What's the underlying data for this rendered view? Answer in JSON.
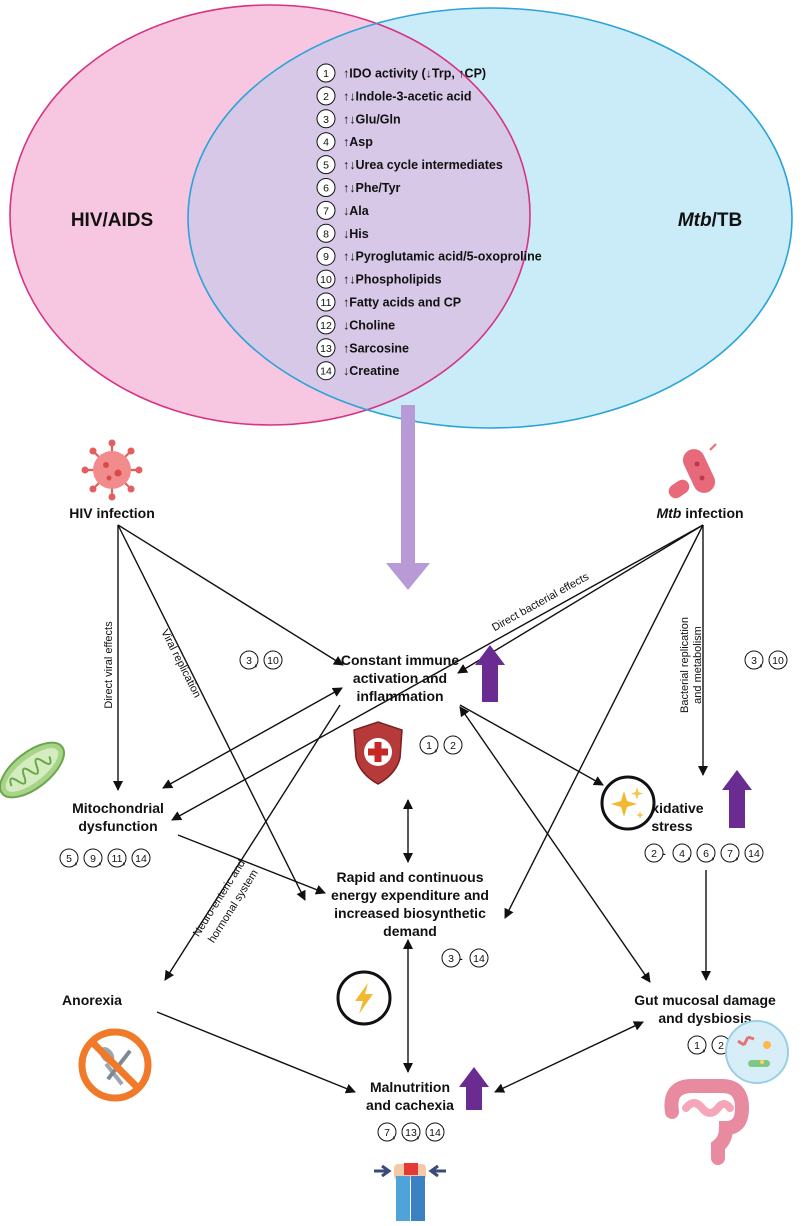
{
  "venn": {
    "left_label": "HIV/AIDS",
    "right_label_italic": "Mtb",
    "right_label_rest": "/TB",
    "colors": {
      "left": "#f7c6e0",
      "right": "#c9ecf8",
      "overlap": "#d6c8e6",
      "left_stroke": "#d63384",
      "right_stroke": "#2aa3d8",
      "arrow": "#b79ad6"
    },
    "items": [
      {
        "n": "1",
        "sym": "↑",
        "text": "IDO activity (↓Trp, ↑CP)"
      },
      {
        "n": "2",
        "sym": "↑↓",
        "text": "Indole-3-acetic acid"
      },
      {
        "n": "3",
        "sym": "↑↓",
        "text": "Glu/Gln"
      },
      {
        "n": "4",
        "sym": "↑",
        "text": "Asp"
      },
      {
        "n": "5",
        "sym": "↑↓",
        "text": "Urea cycle intermediates"
      },
      {
        "n": "6",
        "sym": "↑↓",
        "text": "Phe/Tyr"
      },
      {
        "n": "7",
        "sym": "↓",
        "text": "Ala"
      },
      {
        "n": "8",
        "sym": "↓",
        "text": "His"
      },
      {
        "n": "9",
        "sym": "↑↓",
        "text": "Pyroglutamic acid/5-oxoproline"
      },
      {
        "n": "10",
        "sym": "↑↓",
        "text": "Phospholipids"
      },
      {
        "n": "11",
        "sym": "↑",
        "text": "Fatty acids and CP"
      },
      {
        "n": "12",
        "sym": "↓",
        "text": "Choline"
      },
      {
        "n": "13",
        "sym": "↑",
        "text": "Sarcosine"
      },
      {
        "n": "14",
        "sym": "↓",
        "text": "Creatine"
      }
    ]
  },
  "nodes": {
    "hiv": "HIV infection",
    "mtb_italic": "Mtb",
    "mtb_rest": " infection",
    "immune": [
      "Constant immune",
      "activation and",
      "inflammation"
    ],
    "mito": [
      "Mitochondrial",
      "dysfunction"
    ],
    "oxidative": [
      "Oxidative",
      "stress"
    ],
    "energy": [
      "Rapid and continuous",
      "energy expenditure and",
      "increased biosynthetic",
      "demand"
    ],
    "anorexia": "Anorexia",
    "gut": [
      "Gut mucosal damage",
      "and dysbiosis"
    ],
    "malnutrition": [
      "Malnutrition",
      "and cachexia"
    ]
  },
  "edge_labels": {
    "direct_viral": "Direct viral effects",
    "viral_replication": "Viral replication",
    "direct_bacterial": "Direct bacterial effects",
    "bacterial_replication": [
      "Bacterial replication",
      "and metabolism"
    ],
    "neuro": [
      "Neuro-enteric and",
      "hormonal system"
    ]
  },
  "badges": {
    "left_3_10": [
      "3",
      "10"
    ],
    "right_3_10": [
      "3",
      "10"
    ],
    "immune": [
      "1",
      "2"
    ],
    "mito": [
      "5",
      "9",
      "11",
      "14"
    ],
    "oxidative": [
      "2",
      "-",
      "4",
      "6",
      "7",
      "14"
    ],
    "energy": [
      "3",
      "-",
      "14"
    ],
    "gut": [
      "1",
      "2"
    ],
    "malnutrition": [
      "7",
      "13",
      "14"
    ]
  },
  "icon_names": [
    "virus-icon",
    "bacteria-icon",
    "mitochondrion-icon",
    "shield-cross-icon",
    "sparkle-icon",
    "lightning-icon",
    "no-food-icon",
    "intestine-icon",
    "waist-icon"
  ],
  "accent_up_arrow": "#6a2c91"
}
